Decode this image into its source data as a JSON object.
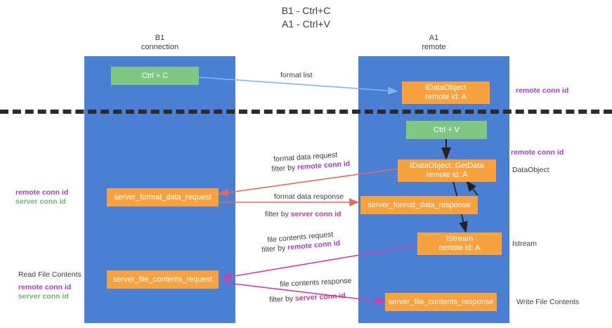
{
  "title": {
    "line1": "B1 - Ctrl+C",
    "line2": "A1 - Ctrl+V"
  },
  "lanes": [
    {
      "name": "b1",
      "line1": "B1",
      "line2": "connection"
    },
    {
      "name": "a1",
      "line1": "A1",
      "line2": "remote"
    }
  ],
  "nodes": {
    "ctrl_c": {
      "line1": "Ctrl + C",
      "line2": ""
    },
    "idataobject": {
      "line1": "IDataObject",
      "line2": "remote id: A"
    },
    "ctrl_v": {
      "line1": "Ctrl + V",
      "line2": ""
    },
    "getdata": {
      "line1": "IDataObject::GetData",
      "line2": "remote id: A"
    },
    "fmt_req": {
      "line1": "server_format_data_request",
      "line2": ""
    },
    "fmt_resp": {
      "line1": "server_format_data_response",
      "line2": ""
    },
    "istream": {
      "line1": "IStream",
      "line2": "remote id: A"
    },
    "file_req": {
      "line1": "server_file_contents_request",
      "line2": ""
    },
    "file_resp": {
      "line1": "server_file_contents_response",
      "line2": ""
    }
  },
  "edges": {
    "format_list": "format list",
    "format_data_request": "format data request",
    "format_data_request_filter_prefix": "filter by ",
    "format_data_request_filter_key": "remote conn id",
    "format_data_response": "format data response",
    "format_data_response_filter_prefix": "filter by ",
    "format_data_response_filter_key": "server conn id",
    "file_contents_request": "file contents request",
    "file_contents_request_filter_prefix": "filter by ",
    "file_contents_request_filter_key": "remote conn id",
    "file_contents_response": "file contents response",
    "file_contents_response_filter_prefix": "filter by ",
    "file_contents_response_filter_key": "server conn id"
  },
  "annotations": {
    "right_remote_conn_id_top": "remote conn id",
    "right_remote_conn_id_mid": "remote conn id",
    "right_dataobject": "DataObject",
    "right_istream": "Istream",
    "right_write_file_contents": "Write File Contents",
    "left_remote_conn_id": "remote conn id",
    "left_server_conn_id": "server conn id",
    "left_read_file_contents": "Read File Contents",
    "left_remote_conn_id_2": "remote conn id",
    "left_server_conn_id_2": "server conn id"
  },
  "colors": {
    "lane": "#4a7fd4",
    "node_orange": "#f8a13f",
    "node_green": "#80c786",
    "key_purple": "#a43fc4",
    "key_green": "#6aba70",
    "key_magenta": "#c4398f",
    "arrow_blue": "#7fb8e8",
    "arrow_red": "#e8685d",
    "arrow_magenta": "#cf3fa5",
    "divider": "#2b2b2b"
  }
}
